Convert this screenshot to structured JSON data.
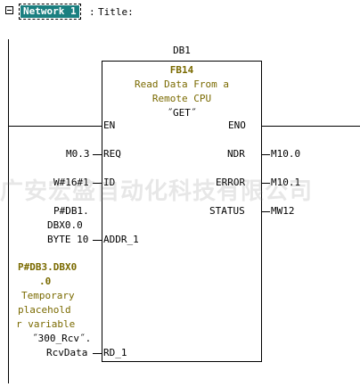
{
  "network": {
    "label": "Network 1",
    "separator": ":",
    "title_label": "Title:"
  },
  "block": {
    "instance_db": "DB1",
    "fb_number": "FB14",
    "description_lines": [
      "Read Data From a",
      "Remote CPU"
    ],
    "symbol": "˝GET˝"
  },
  "inputs": [
    {
      "pin": "EN",
      "actual_lines": []
    },
    {
      "pin": "REQ",
      "actual_lines": [
        "M0.3"
      ]
    },
    {
      "pin": "ID",
      "actual_lines": [
        "W#16#1"
      ]
    },
    {
      "pin": "ADDR_1",
      "actual_lines": [
        "P#DB1.",
        "DBX0.0",
        "BYTE 10"
      ]
    },
    {
      "pin": "RD_1",
      "actual_lines": [
        "˝300_Rcv˝.",
        "RcvData"
      ]
    }
  ],
  "outputs": [
    {
      "pin": "ENO",
      "actual": ""
    },
    {
      "pin": "NDR",
      "actual": "M10.0"
    },
    {
      "pin": "ERROR",
      "actual": "M10.1"
    },
    {
      "pin": "STATUS",
      "actual": "MW12"
    }
  ],
  "rd1_comment": {
    "address_lines": [
      "P#DB3.DBX0",
      ".0"
    ],
    "note_lines": [
      "Temporary",
      "placehold",
      "r variable"
    ]
  },
  "watermark": "广安宏盛自动化科技有限公司",
  "colors": {
    "network_label_bg": "#1a7f80",
    "comment_text": "#7a6a00"
  }
}
